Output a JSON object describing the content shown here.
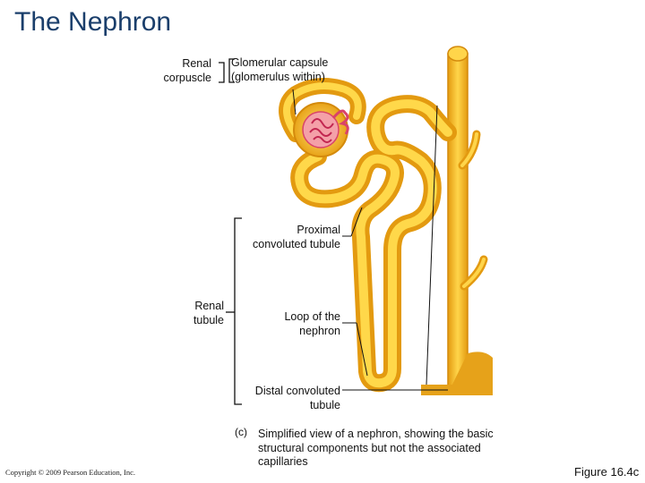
{
  "title": "The Nephron",
  "labels": {
    "renal_corpuscle": [
      "Renal",
      "corpuscle"
    ],
    "glomerular_capsule": [
      "Glomerular capsule",
      "(glomerulus within)"
    ],
    "proximal_tubule": [
      "Proximal",
      "convoluted tubule"
    ],
    "renal_tubule": [
      "Renal",
      "tubule"
    ],
    "loop": [
      "Loop of the",
      "nephron"
    ],
    "distal_tubule": [
      "Distal convoluted",
      "tubule"
    ]
  },
  "panel_letter": "(c)",
  "caption": "Simplified view of a nephron, showing the basic structural components but not the associated capillaries",
  "copyright": "Copyright © 2009 Pearson Education, Inc.",
  "figure_number": "Figure 16.4c",
  "colors": {
    "title": "#1a3e6b",
    "tubule_outer": "#e8a318",
    "tubule_inner": "#ffd84a",
    "glomerulus": "#d9436a"
  }
}
